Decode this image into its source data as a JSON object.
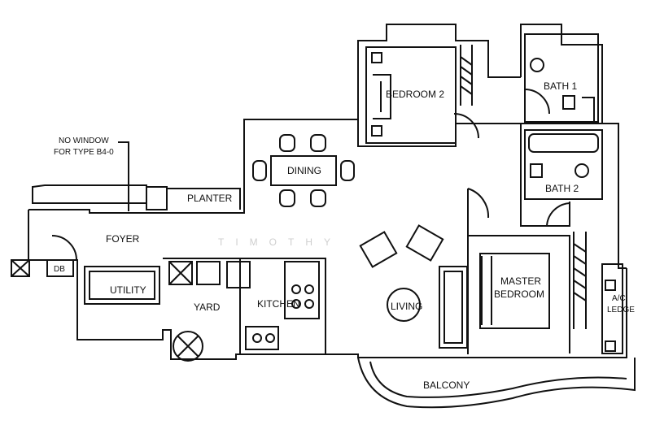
{
  "plan": {
    "rooms": {
      "bedroom2": "BEDROOM 2",
      "bath1": "BATH 1",
      "bath2": "BATH 2",
      "dining": "DINING",
      "planter": "PLANTER",
      "foyer": "FOYER",
      "db": "DB",
      "utility": "UTILITY",
      "yard": "YARD",
      "kitchen": "KITCHEN",
      "living": "LIVING",
      "master_line1": "MASTER",
      "master_line2": "BEDROOM",
      "ac_line1": "A/C",
      "ac_line2": "LEDGE",
      "balcony": "BALCONY"
    },
    "note": {
      "line1": "NO WINDOW",
      "line2": "FOR TYPE B4-0"
    },
    "watermark": "TIMOTHY"
  }
}
